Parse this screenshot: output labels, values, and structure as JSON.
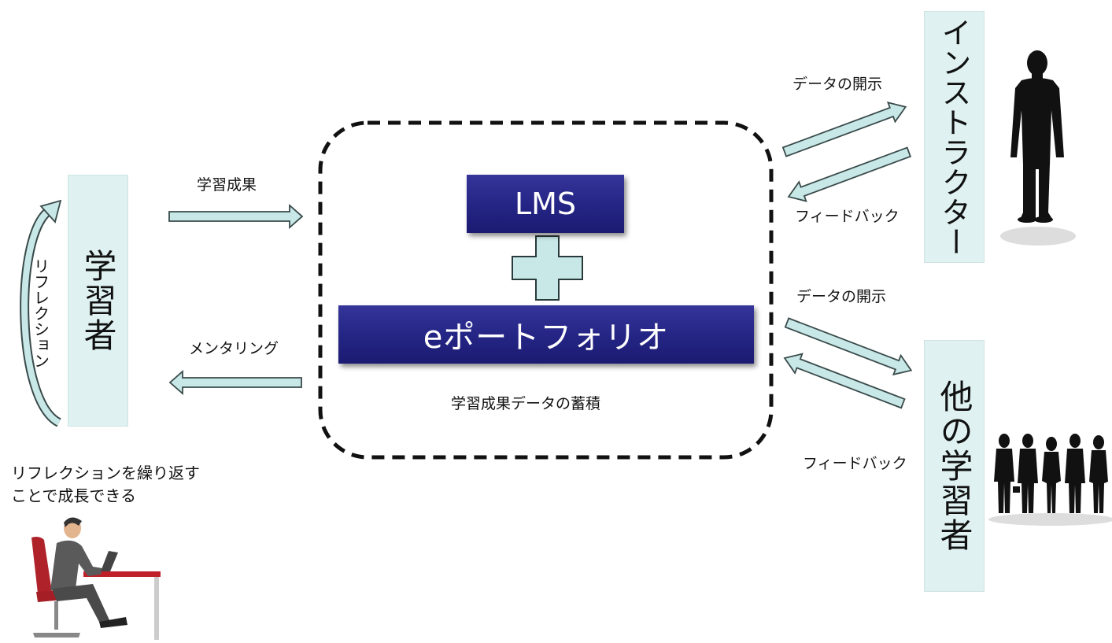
{
  "center": {
    "lms_label": "LMS",
    "eportfolio_label": "eポートフォリオ",
    "accumulation_caption": "学習成果データの蓄積"
  },
  "learner": {
    "label": "学習者",
    "reflection_label": "リフレクション",
    "caption_line1": "リフレクションを繰り返す",
    "caption_line2": "ことで成長できる"
  },
  "flows": {
    "learning_outcome": "学習成果",
    "mentoring": "メンタリング",
    "data_disclosure_instructor": "データの開示",
    "feedback_instructor": "フィードバック",
    "data_disclosure_peers": "データの開示",
    "feedback_peers": "フィードバック"
  },
  "instructor": {
    "label": "インストラクター"
  },
  "peers": {
    "label": "他の学習者"
  },
  "colors": {
    "navy": "#242484",
    "light_cyan": "#dff1f1",
    "arrow_fill": "#c8e8e8",
    "arrow_stroke": "#3a4a4a"
  }
}
